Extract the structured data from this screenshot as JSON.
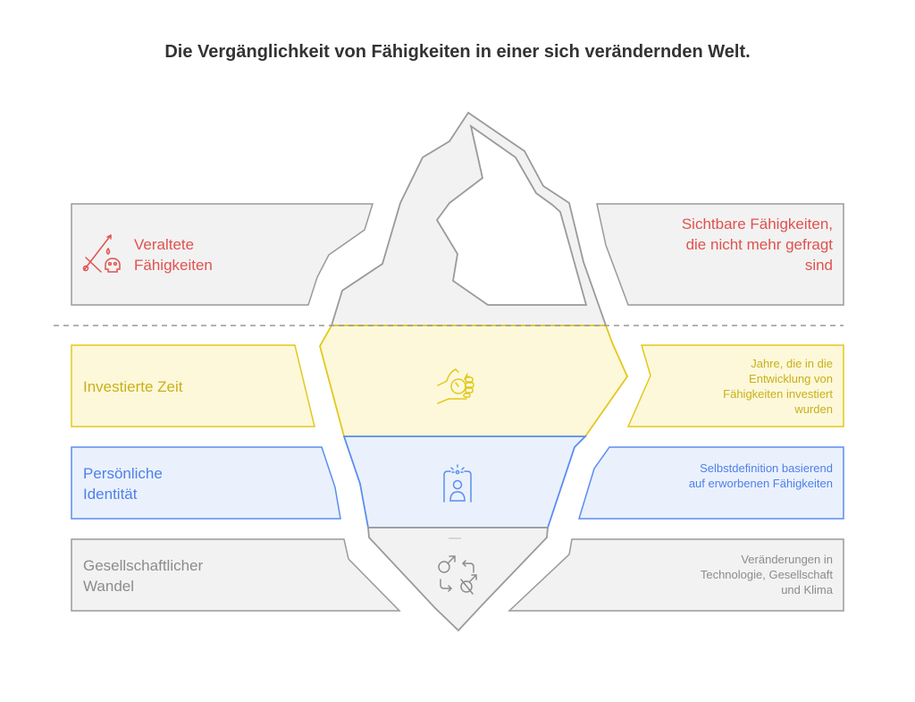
{
  "title": "Die Vergänglichkeit von Fähigkeiten in einer sich verändernden Welt.",
  "colors": {
    "red": "#e0524f",
    "yellow": "#e2c81e",
    "blue": "#5b8def",
    "gray": "#9a9a9a"
  },
  "layers": [
    {
      "label": "Veraltete Fähigkeiten",
      "description": "Sichtbare Fähigkeiten, die nicht mehr gefragt sind",
      "icon": "skull-broken-tools-icon"
    },
    {
      "label": "Investierte Zeit",
      "description": "Jahre, die in die Entwicklung von Fähigkeiten investiert wurden",
      "icon": "hand-stopwatch-icon"
    },
    {
      "label": "Persönliche Identität",
      "description": "Selbstdefinition basierend auf erworbenen Fähigkeiten",
      "icon": "id-badge-person-icon"
    },
    {
      "label": "Gesellschaftlicher Wandel",
      "description": "Veränderungen in Technologie, Gesellschaft und Klima",
      "icon": "change-arrows-symbols-icon"
    }
  ]
}
